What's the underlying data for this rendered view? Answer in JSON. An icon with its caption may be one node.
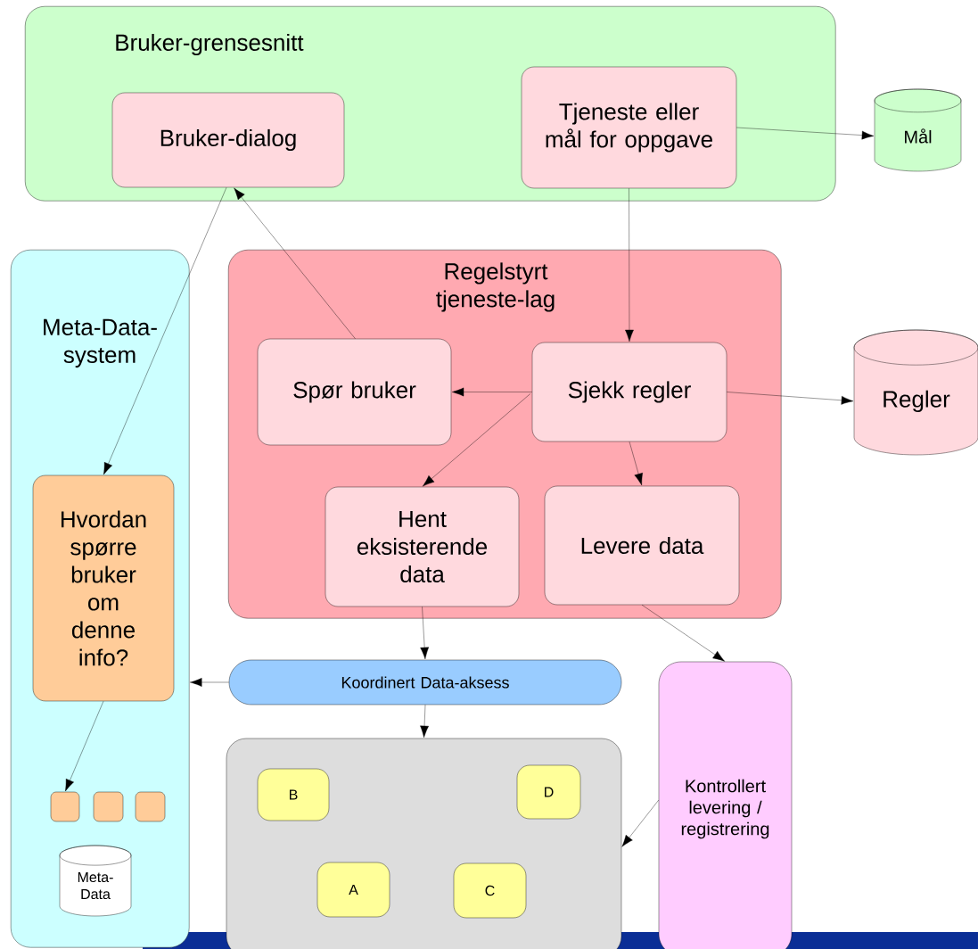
{
  "diagram": {
    "nodes": [
      {
        "text": [
          "Bruker-grensesnitt"
        ]
      },
      {
        "text": [
          "Bruker-dialog"
        ],
        "in": 0
      },
      {
        "text": [
          "Tjeneste eller mål for oppgave"
        ],
        "in": 0
      },
      {
        "text": [
          "Mål"
        ]
      },
      {
        "text": [
          "Meta-Data-system"
        ]
      },
      {
        "text": [
          "Regelstyrt tjeneste-lag"
        ]
      },
      {
        "text": [
          "Spør bruker"
        ],
        "in": 5
      },
      {
        "text": [
          "Sjekk regler"
        ],
        "in": 5
      },
      {
        "text": [
          "Regler"
        ]
      },
      {
        "text": [
          "Hent eksisterende data"
        ],
        "in": 5
      },
      {
        "text": [
          "Levere data"
        ],
        "in": 5
      },
      {
        "text": [
          "Hvordan spørre bruker om denne info?"
        ],
        "in": 4
      },
      {
        "text": [
          "Koordinert Data-aksess"
        ]
      },
      {
        "text": [
          "Kontrollert levering / registrering"
        ]
      },
      {
        "text": [],
        "shape": "box",
        "in": 4
      },
      {
        "text": [],
        "shape": "box",
        "in": 4
      },
      {
        "text": [],
        "shape": "box",
        "in": 4
      },
      {
        "text": [
          "Meta-Data"
        ],
        "in": 4
      },
      {
        "text": [],
        "shape": "box"
      },
      {
        "text": [
          "B"
        ],
        "in": 18
      },
      {
        "text": [
          "D"
        ],
        "in": 18
      },
      {
        "text": [
          "A"
        ],
        "in": 18
      },
      {
        "text": [
          "C"
        ],
        "in": 18
      }
    ],
    "edges": [
      {
        "from": 2,
        "to": 3,
        "arrow": "to"
      },
      {
        "from": 2,
        "to": 7,
        "arrow": "to"
      },
      {
        "from": 7,
        "to": 6,
        "arrow": "to"
      },
      {
        "from": 7,
        "to": 9,
        "arrow": "to"
      },
      {
        "from": 7,
        "to": 10,
        "arrow": "to"
      },
      {
        "from": 7,
        "to": 8,
        "arrow": "to"
      },
      {
        "from": 6,
        "to": 1,
        "arrow": "to"
      },
      {
        "from": 1,
        "to": 11,
        "arrow": "to"
      },
      {
        "from": 9,
        "to": 12,
        "arrow": "to"
      },
      {
        "from": 12,
        "to": 4,
        "arrow": "to"
      },
      {
        "from": 12,
        "to": 18,
        "arrow": "to"
      },
      {
        "from": 10,
        "to": 13,
        "arrow": "to"
      },
      {
        "from": 13,
        "to": 18,
        "arrow": "to"
      },
      {
        "from": 11,
        "to": 14,
        "arrow": "to"
      }
    ]
  }
}
